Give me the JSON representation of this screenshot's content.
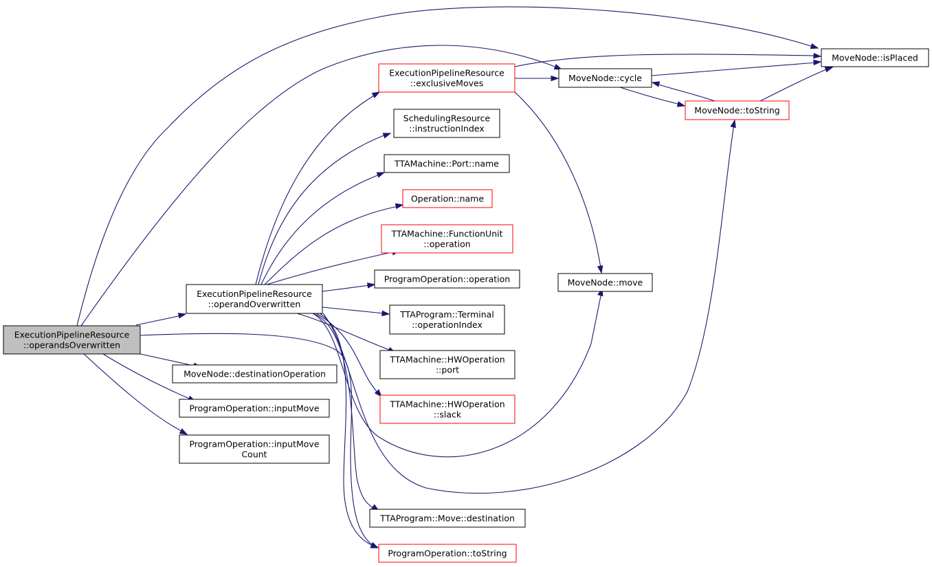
{
  "colors": {
    "edge": "#191970",
    "border_normal": "#000000",
    "border_truncated": "#ff0000",
    "root_fill": "#bfbfbf",
    "node_fill": "#ffffff"
  },
  "nodes": {
    "root": {
      "lines": [
        "ExecutionPipelineResource",
        "::operandsOverwritten"
      ],
      "style": "root"
    },
    "operandOverwritten": {
      "lines": [
        "ExecutionPipelineResource",
        "::operandOverwritten"
      ],
      "style": "normal"
    },
    "exclusiveMoves": {
      "lines": [
        "ExecutionPipelineResource",
        "::exclusiveMoves"
      ],
      "style": "truncated"
    },
    "instructionIndex": {
      "lines": [
        "SchedulingResource",
        "::instructionIndex"
      ],
      "style": "normal"
    },
    "portName": {
      "lines": [
        "TTAMachine::Port::name"
      ],
      "style": "normal"
    },
    "operationName": {
      "lines": [
        "Operation::name"
      ],
      "style": "truncated"
    },
    "fuOperation": {
      "lines": [
        "TTAMachine::FunctionUnit",
        "::operation"
      ],
      "style": "truncated"
    },
    "poOperation": {
      "lines": [
        "ProgramOperation::operation"
      ],
      "style": "normal"
    },
    "operationIndex": {
      "lines": [
        "TTAProgram::Terminal",
        "::operationIndex"
      ],
      "style": "normal"
    },
    "hwPort": {
      "lines": [
        "TTAMachine::HWOperation",
        "::port"
      ],
      "style": "normal"
    },
    "hwSlack": {
      "lines": [
        "TTAMachine::HWOperation",
        "::slack"
      ],
      "style": "truncated"
    },
    "moveDestination": {
      "lines": [
        "TTAProgram::Move::destination"
      ],
      "style": "normal"
    },
    "poToString": {
      "lines": [
        "ProgramOperation::toString"
      ],
      "style": "truncated"
    },
    "destinationOperation": {
      "lines": [
        "MoveNode::destinationOperation"
      ],
      "style": "normal"
    },
    "inputMove": {
      "lines": [
        "ProgramOperation::inputMove"
      ],
      "style": "normal"
    },
    "inputMoveCount": {
      "lines": [
        "ProgramOperation::inputMove",
        "Count"
      ],
      "style": "normal"
    },
    "cycle": {
      "lines": [
        "MoveNode::cycle"
      ],
      "style": "normal"
    },
    "isPlaced": {
      "lines": [
        "MoveNode::isPlaced"
      ],
      "style": "normal"
    },
    "mnToString": {
      "lines": [
        "MoveNode::toString"
      ],
      "style": "truncated"
    },
    "move": {
      "lines": [
        "MoveNode::move"
      ],
      "style": "normal"
    }
  },
  "edges": [
    [
      "root",
      "operandOverwritten"
    ],
    [
      "root",
      "destinationOperation"
    ],
    [
      "root",
      "inputMove"
    ],
    [
      "root",
      "inputMoveCount"
    ],
    [
      "root",
      "isPlaced"
    ],
    [
      "root",
      "cycle"
    ],
    [
      "root",
      "poToString"
    ],
    [
      "operandOverwritten",
      "exclusiveMoves"
    ],
    [
      "operandOverwritten",
      "instructionIndex"
    ],
    [
      "operandOverwritten",
      "portName"
    ],
    [
      "operandOverwritten",
      "operationName"
    ],
    [
      "operandOverwritten",
      "fuOperation"
    ],
    [
      "operandOverwritten",
      "poOperation"
    ],
    [
      "operandOverwritten",
      "operationIndex"
    ],
    [
      "operandOverwritten",
      "hwPort"
    ],
    [
      "operandOverwritten",
      "hwSlack"
    ],
    [
      "operandOverwritten",
      "move"
    ],
    [
      "operandOverwritten",
      "mnToString"
    ],
    [
      "operandOverwritten",
      "moveDestination"
    ],
    [
      "operandOverwritten",
      "poToString"
    ],
    [
      "exclusiveMoves",
      "cycle"
    ],
    [
      "exclusiveMoves",
      "isPlaced"
    ],
    [
      "exclusiveMoves",
      "move"
    ],
    [
      "cycle",
      "isPlaced"
    ],
    [
      "cycle",
      "mnToString"
    ],
    [
      "mnToString",
      "cycle"
    ],
    [
      "mnToString",
      "isPlaced"
    ]
  ]
}
